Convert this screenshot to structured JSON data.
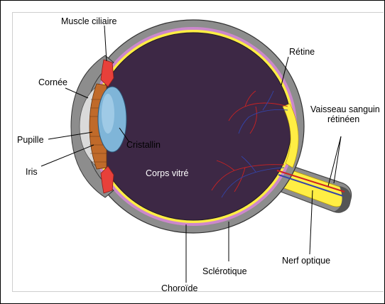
{
  "labels": {
    "muscle_ciliaire": "Muscle ciliaire",
    "retine": "Rétine",
    "cornee": "Cornée",
    "vaisseau_line1": "Vaisseau sanguin",
    "vaisseau_line2": "rétinéen",
    "pupille": "Pupille",
    "cristallin": "Cristallin",
    "iris": "Iris",
    "corps_vitre": "Corps vitré",
    "nerf_optique": "Nerf optique",
    "sclerotique": "Sclérotique",
    "choroide": "Choroïde"
  },
  "colors": {
    "sclera": "#8d8d8d",
    "choroid": "#cc88cc",
    "retina": "#ffee44",
    "vitreous": "#3d2845",
    "cornea": "#dadada",
    "lens": "#7fb5d8",
    "iris": "#c06a2a",
    "ciliary": "#e8403a",
    "vessel_red": "#cc2222",
    "vessel_blue": "#3344aa"
  }
}
